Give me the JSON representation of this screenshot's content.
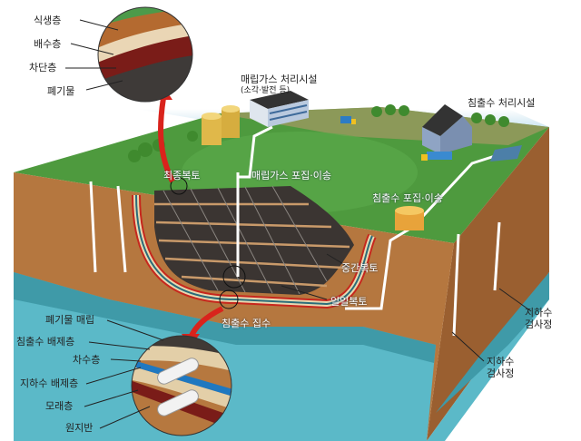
{
  "top_inset": {
    "labels": [
      "식생층",
      "배수층",
      "차단층",
      "폐기물"
    ]
  },
  "bottom_inset": {
    "labels": [
      "폐기물 매립",
      "침출수 배제층",
      "차수층",
      "지하수 배제층",
      "모래층",
      "원지반"
    ]
  },
  "facilities": {
    "gas_facility": "매립가스 처리시설",
    "gas_facility_sub": "(소각·발전 등)",
    "leachate_facility": "침출수 처리시설"
  },
  "main_labels": {
    "final_cover": "최종복토",
    "gas_collection": "매립가스 포집·이송",
    "leachate_collection_transfer": "침출수 포집·이송",
    "intermediate_cover": "중간복토",
    "daily_cover": "일일복토",
    "leachate_collection": "침출수 집수",
    "monitoring_well_1": "지하수\n검사정",
    "monitoring_well_2": "지하수\n검사정"
  },
  "colors": {
    "grass": "#4e9a3e",
    "soil": "#b5773f",
    "waste": "#3b3532",
    "water": "#5bb9c8",
    "arrow": "#d9231c"
  }
}
